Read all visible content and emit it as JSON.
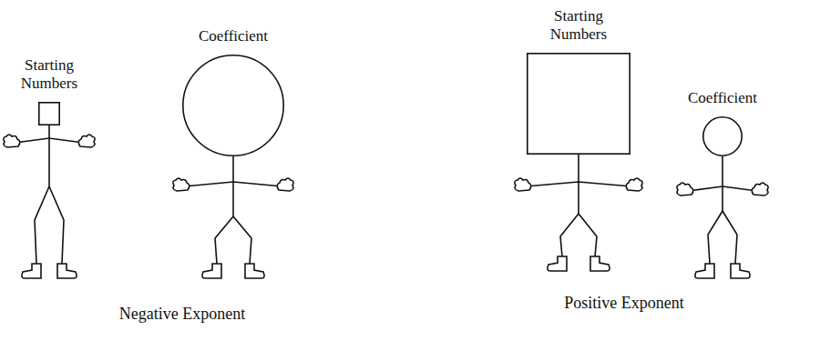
{
  "diagram": {
    "nodes": [
      {
        "text": [
          "Starting Numbers"
        ]
      },
      {
        "text": [
          "Coefficient"
        ]
      },
      {
        "text": [
          "Starting Numbers"
        ]
      },
      {
        "text": [
          "Coefficient"
        ]
      }
    ],
    "labels": [
      "Negative Exponent",
      "Positive Exponent"
    ]
  }
}
